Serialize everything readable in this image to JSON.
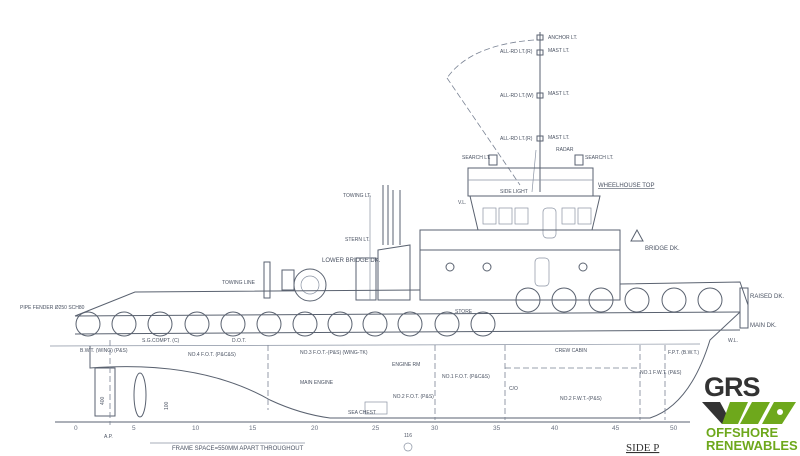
{
  "drawing": {
    "title": "SIDE P",
    "mast_labels": {
      "anchor_lt": "ANCHOR LT.",
      "mast_lt_1": "MAST LT.",
      "mast_lt_2": "MAST LT.",
      "mast_lt_3": "MAST LT.",
      "all_rd_1": "ALL-RD LT.(R)",
      "all_rd_2": "ALL-RD LT.(W)",
      "all_rd_3": "ALL-RD LT.(R)",
      "search_lt_1": "SEARCH LT.",
      "search_lt_2": "SEARCH LT.",
      "radar": "RADAR",
      "side_light": "SIDE LIGHT"
    },
    "deck_labels": {
      "wheelhouse_top": "WHEELHOUSE TOP",
      "bridge_dk": "BRIDGE DK.",
      "lower_bridge_dk": "LOWER BRIDGE DK.",
      "raised_dk": "RAISED DK.",
      "main_dk": "MAIN DK.",
      "wl": "W.L.",
      "vl": "V.L.",
      "towing_lt": "TOWING LT.",
      "stern_lt": "STERN LT.",
      "towing_line": "TOWING LINE",
      "pipe_fender": "PIPE FENDER Ø250 SCH80",
      "store": "STORE",
      "crew_cabin": "CREW CABIN"
    },
    "tank_labels": {
      "bwt": "B.W.T. (WING) (P&S)",
      "sd_compt": "S.G.COMPT. (C)",
      "no4_fot": "NO.4 F.O.T. (P&C&S)",
      "dot": "D.O.T.",
      "no3_fot": "NO.3 F.O.T.-(P&S) (WING-TK)",
      "engine_rm": "ENGINE RM",
      "main_engine": "MAIN ENGINE",
      "no2_fot": "NO.2 F.O.T. (P&S)",
      "no1_fot": "NO.1 F.O.T. (P&C&S)",
      "sea_chest": "SEA CHEST",
      "co": "C/O",
      "no2_fwt": "NO.2 F.W.T.-(P&S)",
      "no1_fwt": "NO.1 F.W.T. (P&S)",
      "fpt": "F.P.T. (B.W.T.)"
    },
    "dims": {
      "d400": "400",
      "d100": "100",
      "d116": "116",
      "ap": "A.P.",
      "frame_space": "FRAME SPACE=550MM APART THROUGHOUT"
    },
    "frames": [
      "0",
      "5",
      "10",
      "15",
      "20",
      "25",
      "30",
      "35",
      "40",
      "45",
      "50"
    ]
  },
  "logo": {
    "brand": "GRS",
    "line1": "OFFSHORE",
    "line2": "RENEWABLES",
    "green": "#6ea81c",
    "dark": "#333333"
  }
}
